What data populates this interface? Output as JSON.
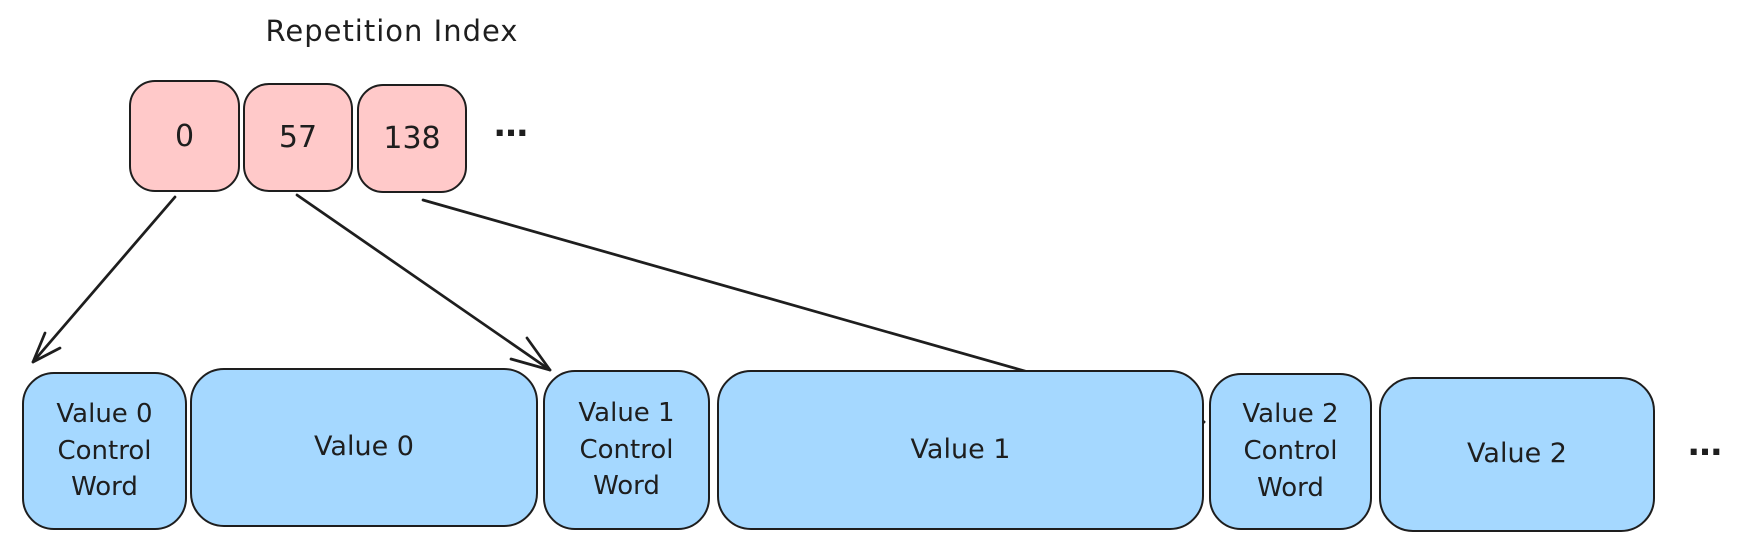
{
  "title": "Repetition Index",
  "colors": {
    "background": "#ffffff",
    "index_cell_fill": "#ffc9c9",
    "stream_block_fill": "#a5d8ff",
    "stroke": "#1e1e1e"
  },
  "repetition_index": {
    "cells": [
      {
        "value": "0"
      },
      {
        "value": "57"
      },
      {
        "value": "138"
      }
    ],
    "ellipsis": "…"
  },
  "stream": {
    "blocks": [
      {
        "label": "Value 0 Control Word",
        "kind": "control"
      },
      {
        "label": "Value 0",
        "kind": "value"
      },
      {
        "label": "Value 1 Control Word",
        "kind": "control"
      },
      {
        "label": "Value 1",
        "kind": "value"
      },
      {
        "label": "Value 2 Control Word",
        "kind": "control"
      },
      {
        "label": "Value 2",
        "kind": "value"
      }
    ],
    "ellipsis": "…"
  },
  "arrows": [
    {
      "from": "0",
      "to": "Value 0 Control Word"
    },
    {
      "from": "57",
      "to": "Value 1 Control Word"
    },
    {
      "from": "138",
      "to": "Value 2 Control Word"
    }
  ]
}
